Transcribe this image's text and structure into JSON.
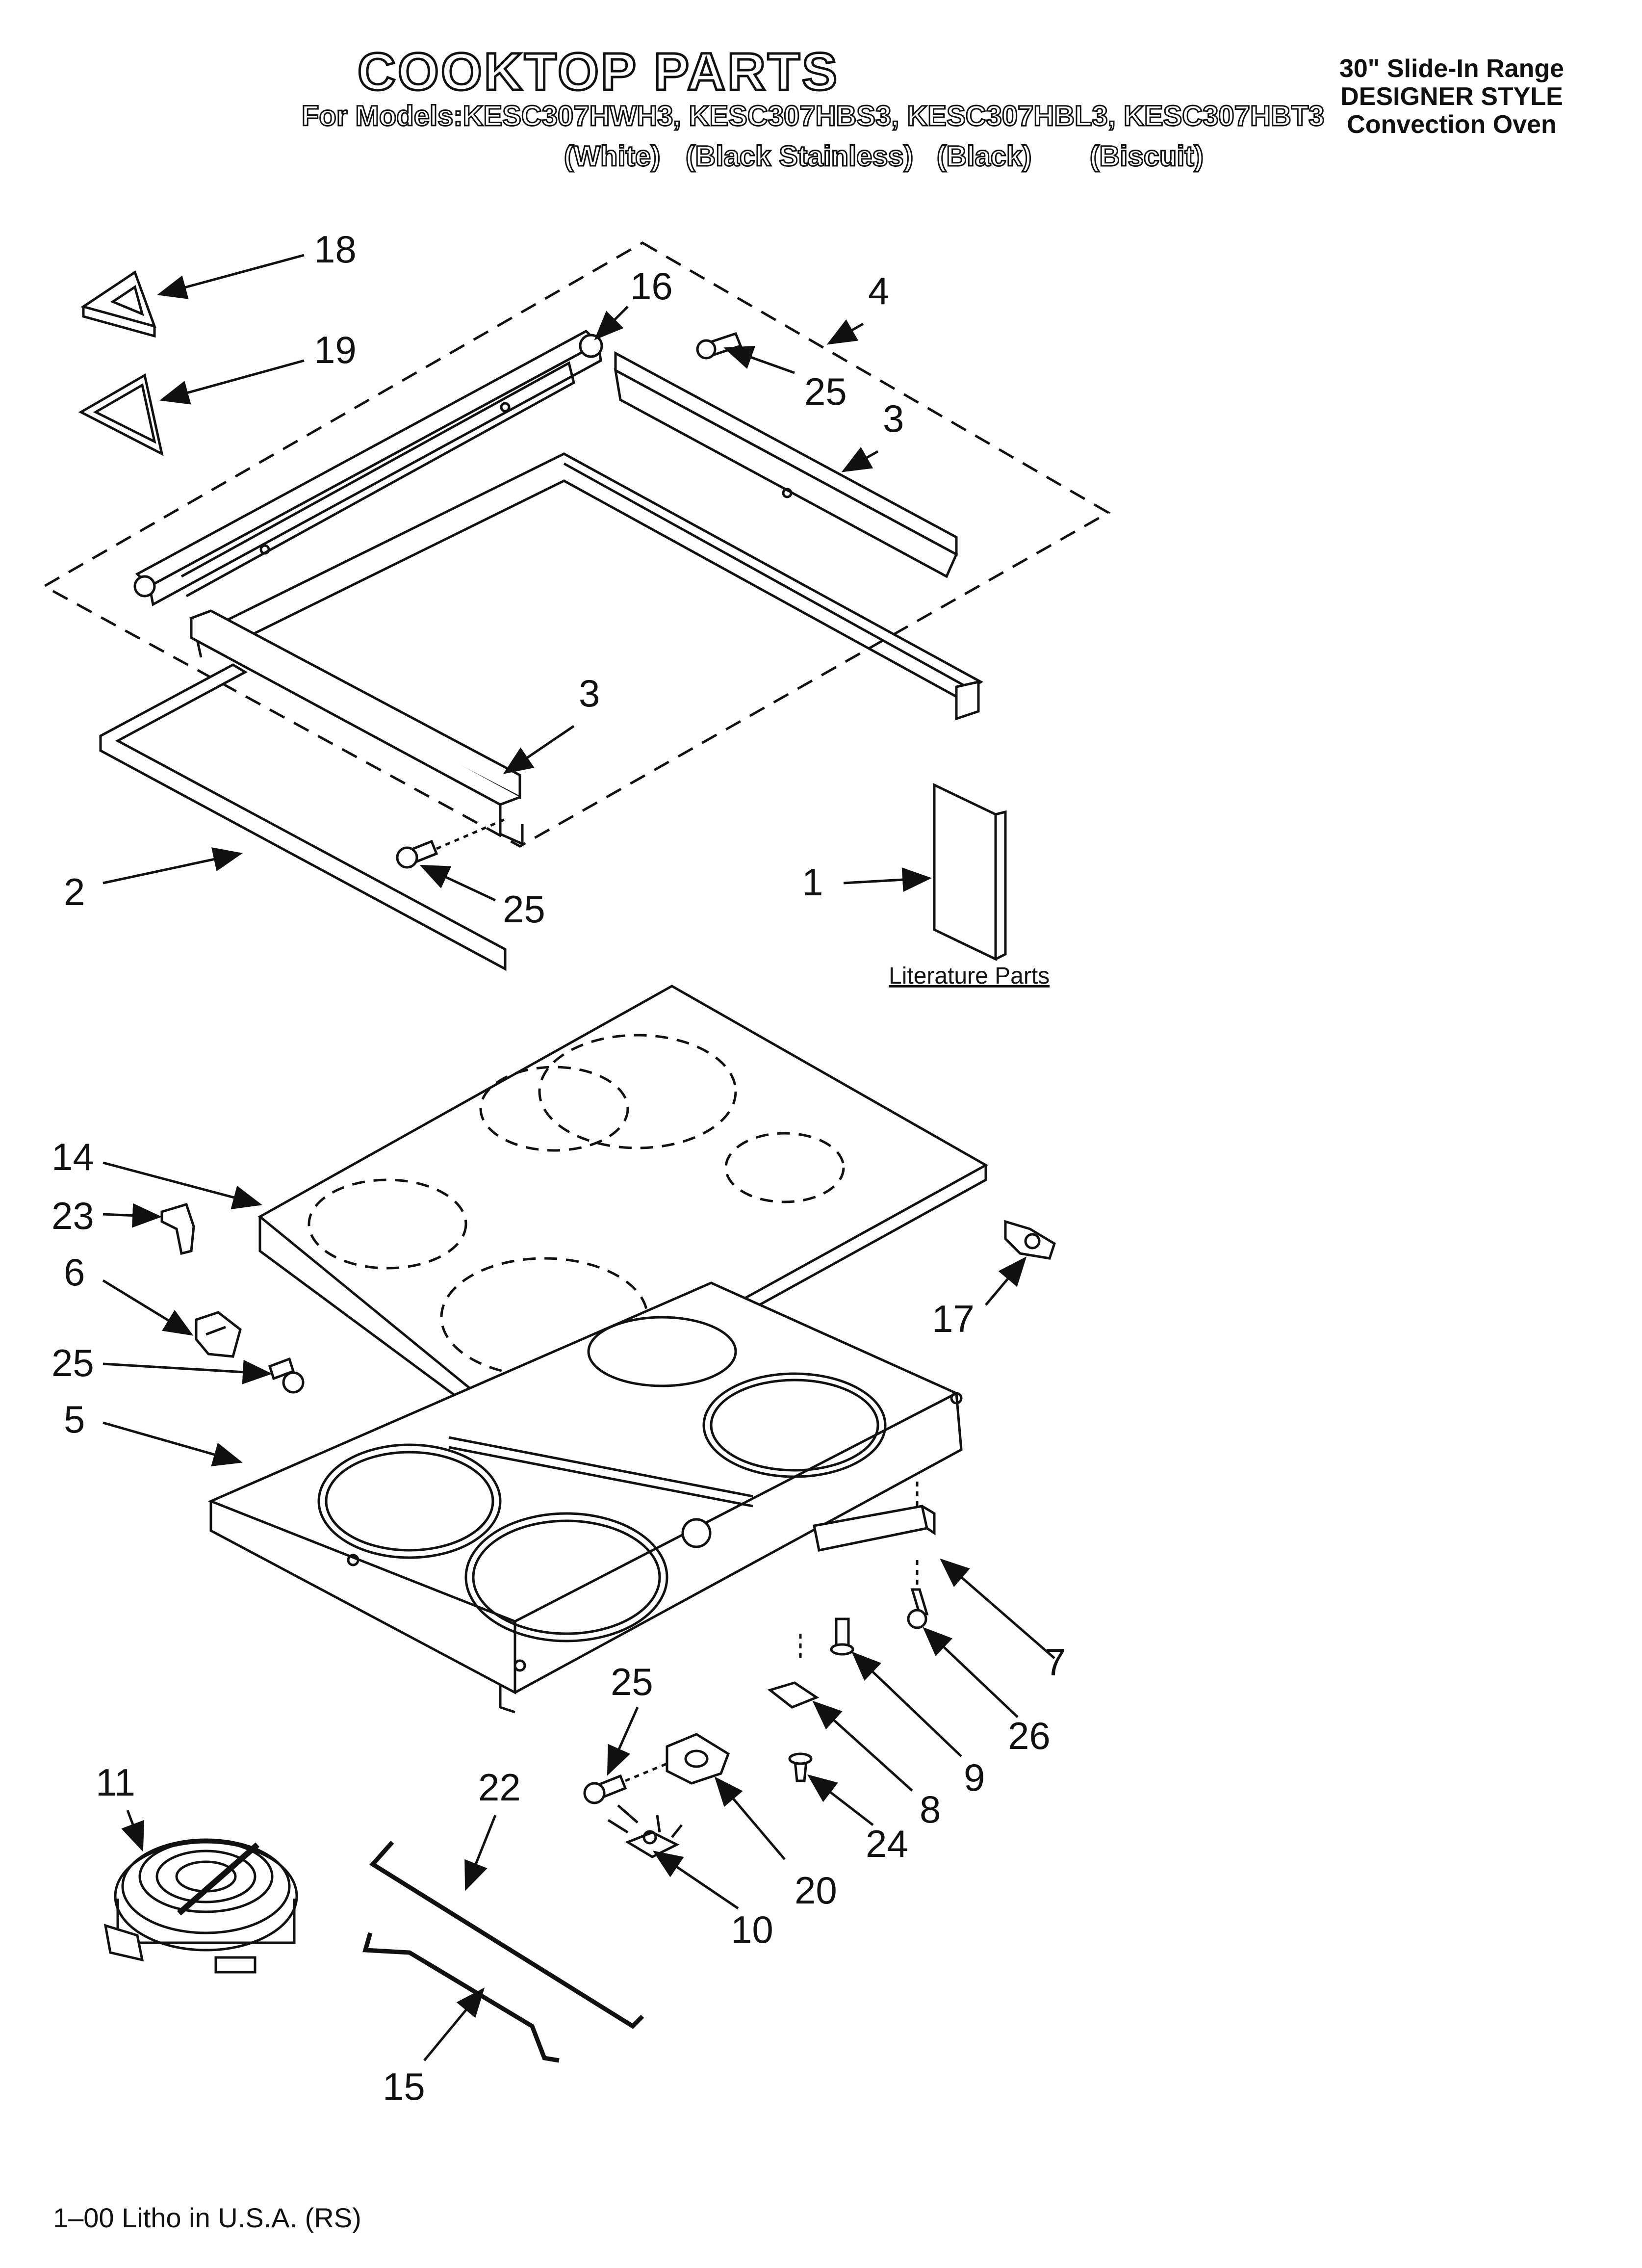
{
  "header": {
    "title": "COOKTOP PARTS",
    "models_line": "For Models:KESC307HWH3, KESC307HBS3, KESC307HBL3, KESC307HBT3",
    "color_variants": [
      "(White)",
      "(Black Stainless)",
      "(Black)",
      "(Biscuit)"
    ],
    "product_info": [
      "30\" Slide-In Range",
      "DESIGNER STYLE",
      "Convection Oven"
    ]
  },
  "callouts": {
    "c1": "1",
    "c2": "2",
    "c3a": "3",
    "c3b": "3",
    "c4": "4",
    "c5": "5",
    "c6": "6",
    "c7": "7",
    "c8": "8",
    "c9": "9",
    "c10": "10",
    "c11": "11",
    "c14": "14",
    "c15": "15",
    "c16": "16",
    "c17": "17",
    "c18": "18",
    "c19": "19",
    "c20": "20",
    "c22": "22",
    "c23": "23",
    "c24": "24",
    "c25a": "25",
    "c25b": "25",
    "c25c": "25",
    "c25d": "25",
    "c26": "26"
  },
  "literature_label": "Literature Parts",
  "footer": "1–00 Litho in U.S.A. (RS)"
}
